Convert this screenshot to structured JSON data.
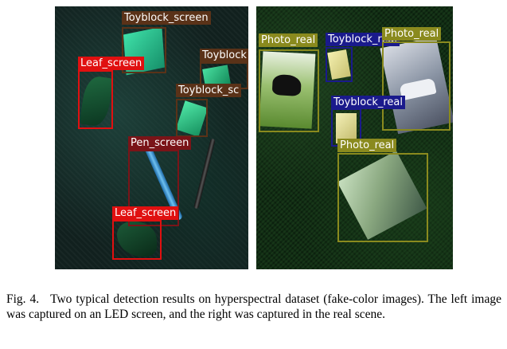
{
  "figure": {
    "colors": {
      "leaf": "#e01010",
      "toyblock_screen": "#5a3218",
      "pen": "#7a1418",
      "photo": "#8a8a1e",
      "toyblock_real": "#1a1a8c"
    },
    "left_panel": {
      "description": "LED screen scene",
      "detections": [
        {
          "label": "Toyblock_screen"
        },
        {
          "label": "Leaf_screen"
        },
        {
          "label": "Toyblock"
        },
        {
          "label": "Toyblock_sc"
        },
        {
          "label": "Pen_screen"
        },
        {
          "label": "Leaf_screen"
        }
      ]
    },
    "right_panel": {
      "description": "real scene",
      "detections": [
        {
          "label": "Photo_real"
        },
        {
          "label": "Toyblock_real"
        },
        {
          "label": "Photo_real"
        },
        {
          "label": "Toyblock_real"
        },
        {
          "label": "Photo_real"
        }
      ]
    }
  },
  "caption": {
    "tag": "Fig. 4.",
    "text": "Two typical detection results on hyperspectral dataset (fake-color images). The left image was captured on an LED screen, and the right was captured in the real scene."
  }
}
